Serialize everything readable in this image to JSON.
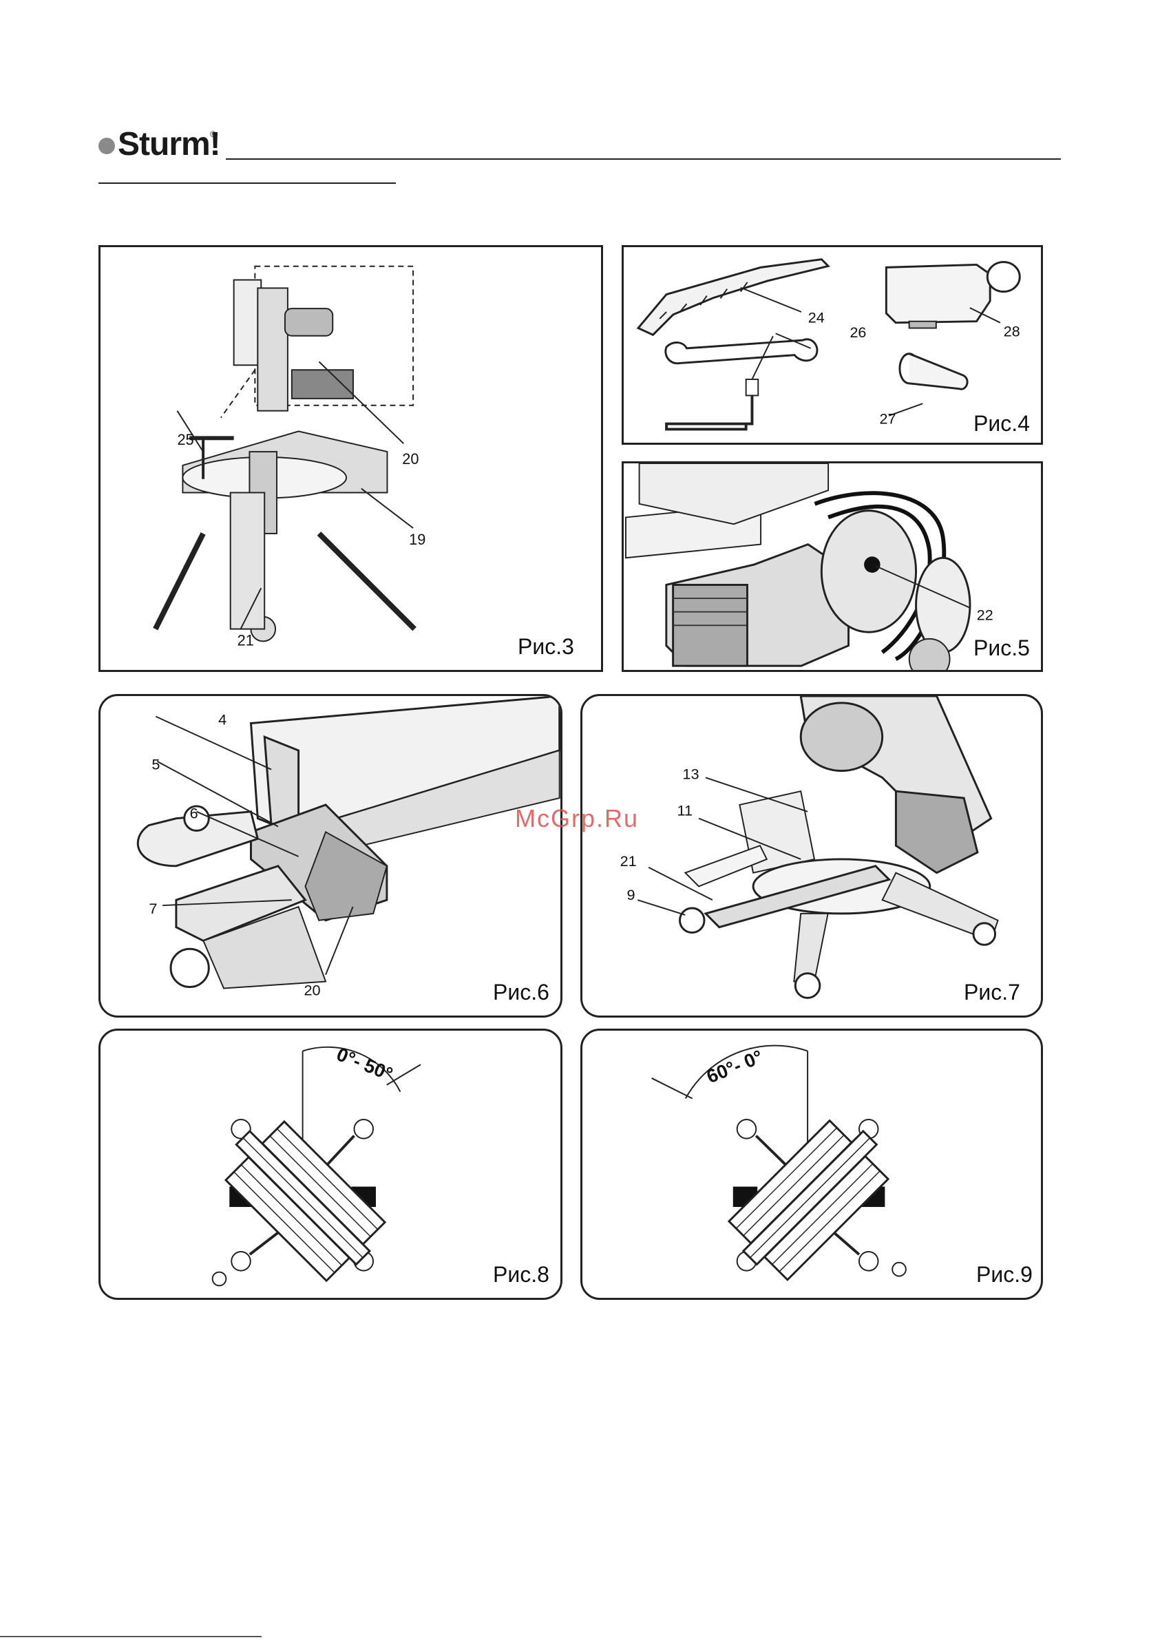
{
  "header": {
    "brand": "Sturm!",
    "registered_mark": "®"
  },
  "watermark": "McGrp.Ru",
  "figures": [
    {
      "id": "fig3",
      "caption": "Рис.3",
      "labels": [
        "25",
        "20",
        "19",
        "21"
      ]
    },
    {
      "id": "fig4",
      "caption": "Рис.4",
      "labels": [
        "24",
        "26",
        "28",
        "27"
      ]
    },
    {
      "id": "fig5",
      "caption": "Рис.5",
      "labels": [
        "22"
      ]
    },
    {
      "id": "fig6",
      "caption": "Рис.6",
      "labels": [
        "4",
        "5",
        "6",
        "7",
        "20"
      ]
    },
    {
      "id": "fig7",
      "caption": "Рис.7",
      "labels": [
        "13",
        "11",
        "21",
        "9"
      ]
    },
    {
      "id": "fig8",
      "caption": "Рис.8",
      "angle": "0°- 50°"
    },
    {
      "id": "fig9",
      "caption": "Рис.9",
      "angle": "60°- 0°"
    }
  ]
}
